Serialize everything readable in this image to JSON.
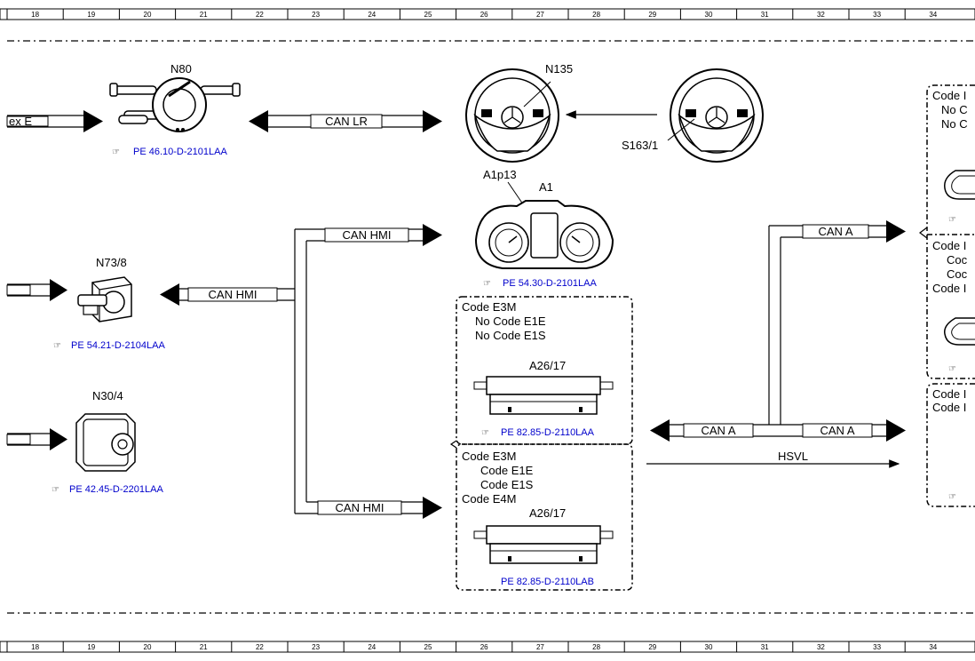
{
  "ruler": {
    "columns": [
      "18",
      "19",
      "20",
      "21",
      "22",
      "23",
      "24",
      "25",
      "26",
      "27",
      "28",
      "29",
      "30",
      "31",
      "32",
      "33",
      "34"
    ]
  },
  "components": {
    "n80": "N80",
    "n135": "N135",
    "s163_1": "S163/1",
    "a1p13": "A1p13",
    "a1": "A1",
    "n73_8": "N73/8",
    "n30_4": "N30/4",
    "a26_17_top": "A26/17",
    "a26_17_bottom": "A26/17"
  },
  "references": {
    "n80": "PE 46.10-D-2101LAA",
    "a1": "PE 54.30-D-2101LAA",
    "n73_8": "PE 54.21-D-2104LAA",
    "n30_4": "PE 42.45-D-2201LAA",
    "a26_top": "PE 82.85-D-2110LAA",
    "a26_bottom": "PE 82.85-D-2110LAB"
  },
  "buses": {
    "can_lr": "CAN LR",
    "can_hmi_top": "CAN HMI",
    "can_hmi_mid": "CAN HMI",
    "can_hmi_bottom": "CAN HMI",
    "can_a_top": "CAN A",
    "can_a_mid_left": "CAN A",
    "can_a_mid_right": "CAN A",
    "hsvl": "HSVL"
  },
  "codes": {
    "box1": [
      "Code E3M",
      "No Code E1E",
      "No Code E1S"
    ],
    "box2": [
      "Code E3M",
      "Code E1E",
      "Code E1S",
      "Code E4M"
    ],
    "right1": [
      "Code I",
      "No C",
      "No C"
    ],
    "right2": [
      "Code I",
      "Coc",
      "Coc",
      "Code I"
    ],
    "right3": [
      "Code I",
      "Code I"
    ]
  },
  "misc": {
    "left_edge_label": "ex E"
  }
}
